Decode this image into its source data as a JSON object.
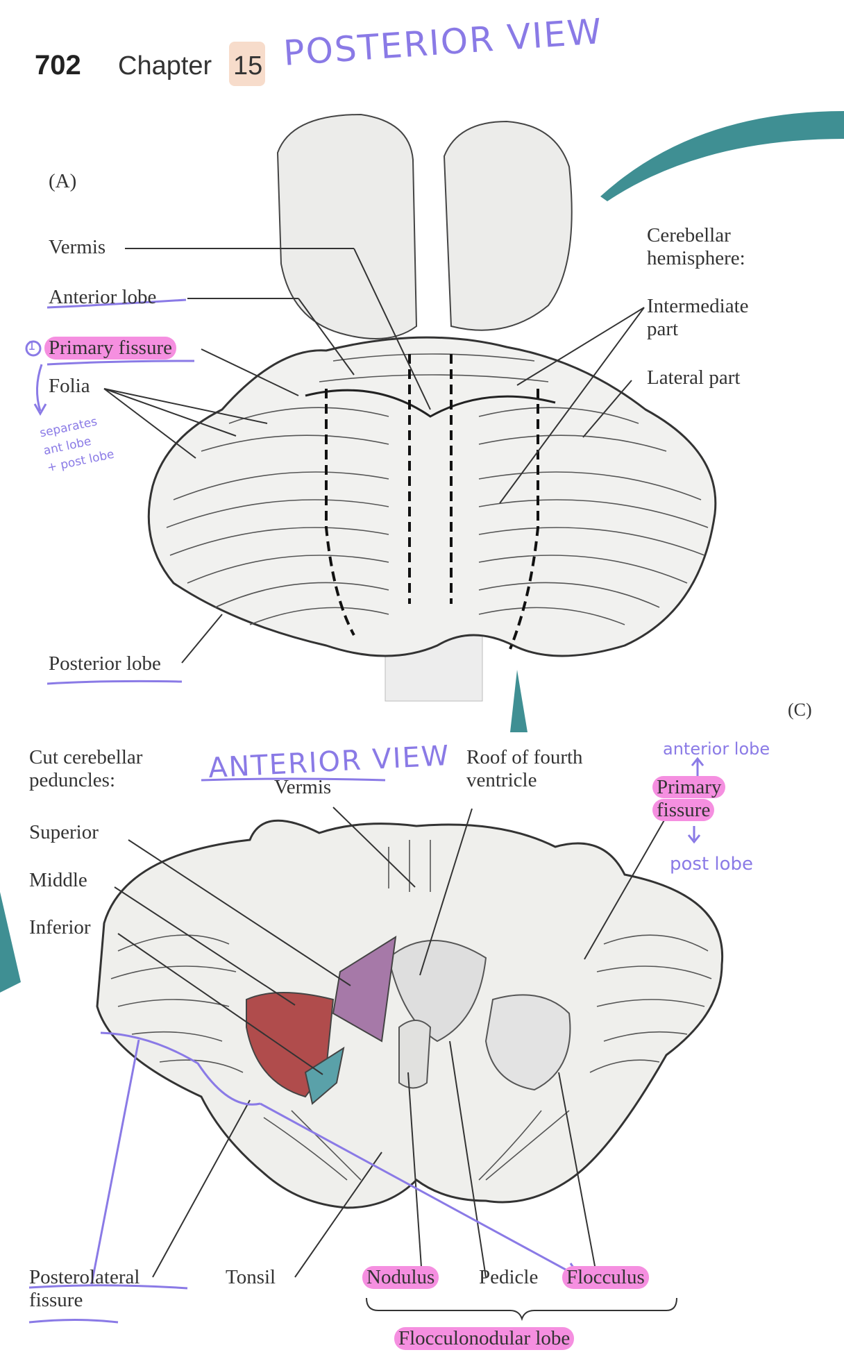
{
  "header": {
    "page_number": "702",
    "chapter_word": "Chapter",
    "chapter_number": "15"
  },
  "annotations": {
    "posterior_view": "POSTERIOR VIEW",
    "anterior_view": "ANTERIOR VIEW",
    "step_marker": "1",
    "separates_note": [
      "separates",
      "ant lobe",
      "+ post lobe"
    ],
    "anterior_lobe_note": "anterior lobe",
    "post_lobe_note": "post lobe"
  },
  "figure_a": {
    "panel_label": "(A)",
    "labels": {
      "vermis": "Vermis",
      "anterior_lobe": "Anterior lobe",
      "primary_fissure": "Primary fissure",
      "folia": "Folia",
      "posterior_lobe": "Posterior lobe",
      "cerebellar_hemisphere": [
        "Cerebellar",
        "hemisphere:"
      ],
      "intermediate_part": [
        "Intermediate",
        "part"
      ],
      "lateral_part": "Lateral part"
    },
    "panel_c_label": "(C)"
  },
  "figure_b": {
    "labels": {
      "cut_peduncles": [
        "Cut cerebellar",
        "peduncles:"
      ],
      "vermis": "Vermis",
      "superior": "Superior",
      "middle": "Middle",
      "inferior": "Inferior",
      "roof_fourth_ventricle": [
        "Roof of fourth",
        "ventricle"
      ],
      "primary_fissure": [
        "Primary",
        "fissure"
      ],
      "posterolateral_fissure": [
        "Posterolateral",
        "fissure"
      ],
      "tonsil": "Tonsil",
      "nodulus": "Nodulus",
      "pedicle": "Pedicle",
      "flocculus": "Flocculus",
      "flocculonodular_lobe": "Flocculonodular lobe"
    }
  },
  "colors": {
    "highlight": "#f58fe0",
    "pen": "#8a7ae6",
    "teal_arrow": "#3f8f93",
    "superior_peduncle": "#a679a8",
    "middle_peduncle": "#b04c4c",
    "inferior_peduncle": "#5aa1a9"
  }
}
